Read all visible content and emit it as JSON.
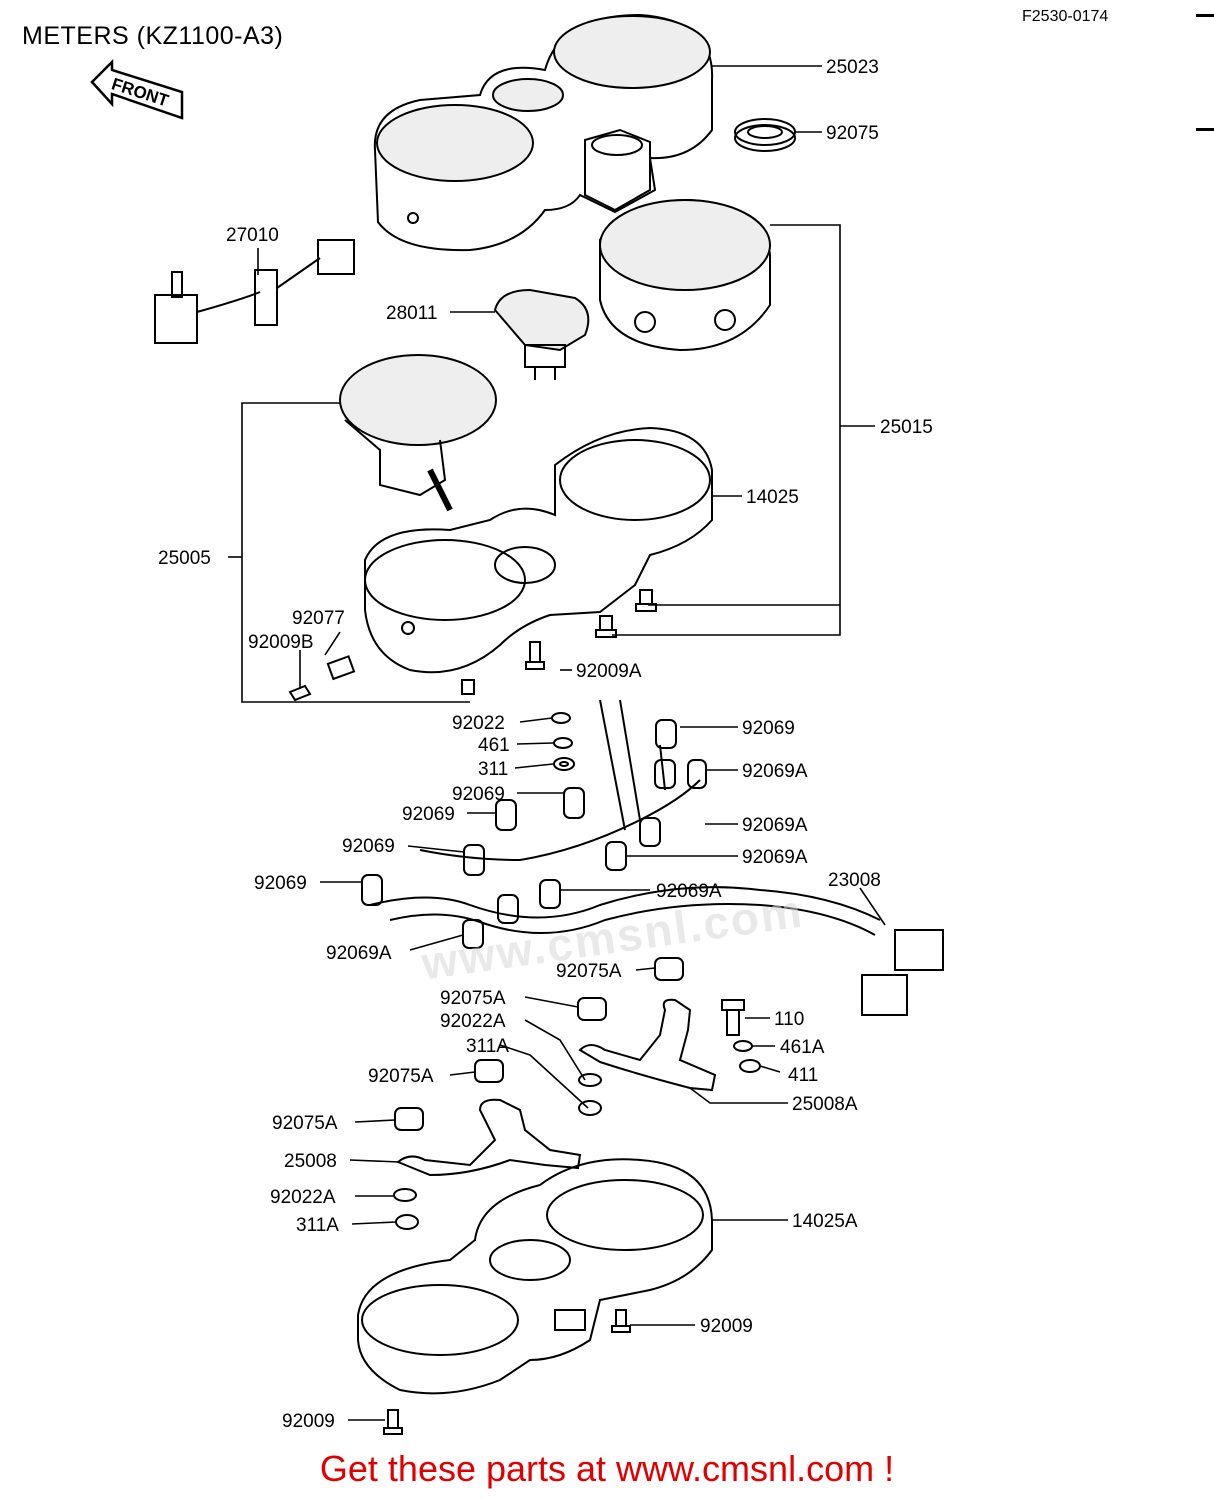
{
  "title": "METERS (KZ1100-A3)",
  "diagram_code": "F2530-0174",
  "front_arrow_label": "FRONT",
  "watermark": "www.cmsnl.com",
  "banner": "Get these parts at www.cmsnl.com !",
  "labels": {
    "p25023": "25023",
    "p92075": "92075",
    "p27010": "27010",
    "p28011": "28011",
    "p25015": "25015",
    "p14025": "14025",
    "p25005": "25005",
    "p92077": "92077",
    "p92009B": "92009B",
    "p92009A": "92009A",
    "p92022": "92022",
    "p461": "461",
    "p311": "311",
    "p92069_r1": "92069",
    "p92069A_r1": "92069A",
    "p92069_c1": "92069",
    "p92069_c2": "92069",
    "p92069A_r2": "92069A",
    "p92069_c3": "92069",
    "p92069A_r3": "92069A",
    "p92069_c4": "92069",
    "p92069A_r4": "92069A",
    "p23008": "23008",
    "p92069A_l": "92069A",
    "p92075A_1": "92075A",
    "p92075A_2": "92075A",
    "p92022A_1": "92022A",
    "p311A_1": "311A",
    "p110": "110",
    "p461A": "461A",
    "p411": "411",
    "p92075A_3": "92075A",
    "p25008A": "25008A",
    "p92075A_4": "92075A",
    "p25008": "25008",
    "p92022A_2": "92022A",
    "p311A_2": "311A",
    "p14025A": "14025A",
    "p92009_1": "92009",
    "p92009_2": "92009"
  },
  "colors": {
    "line": "#000000",
    "banner": "#e00000",
    "gauge_face": "#eeeeee"
  }
}
